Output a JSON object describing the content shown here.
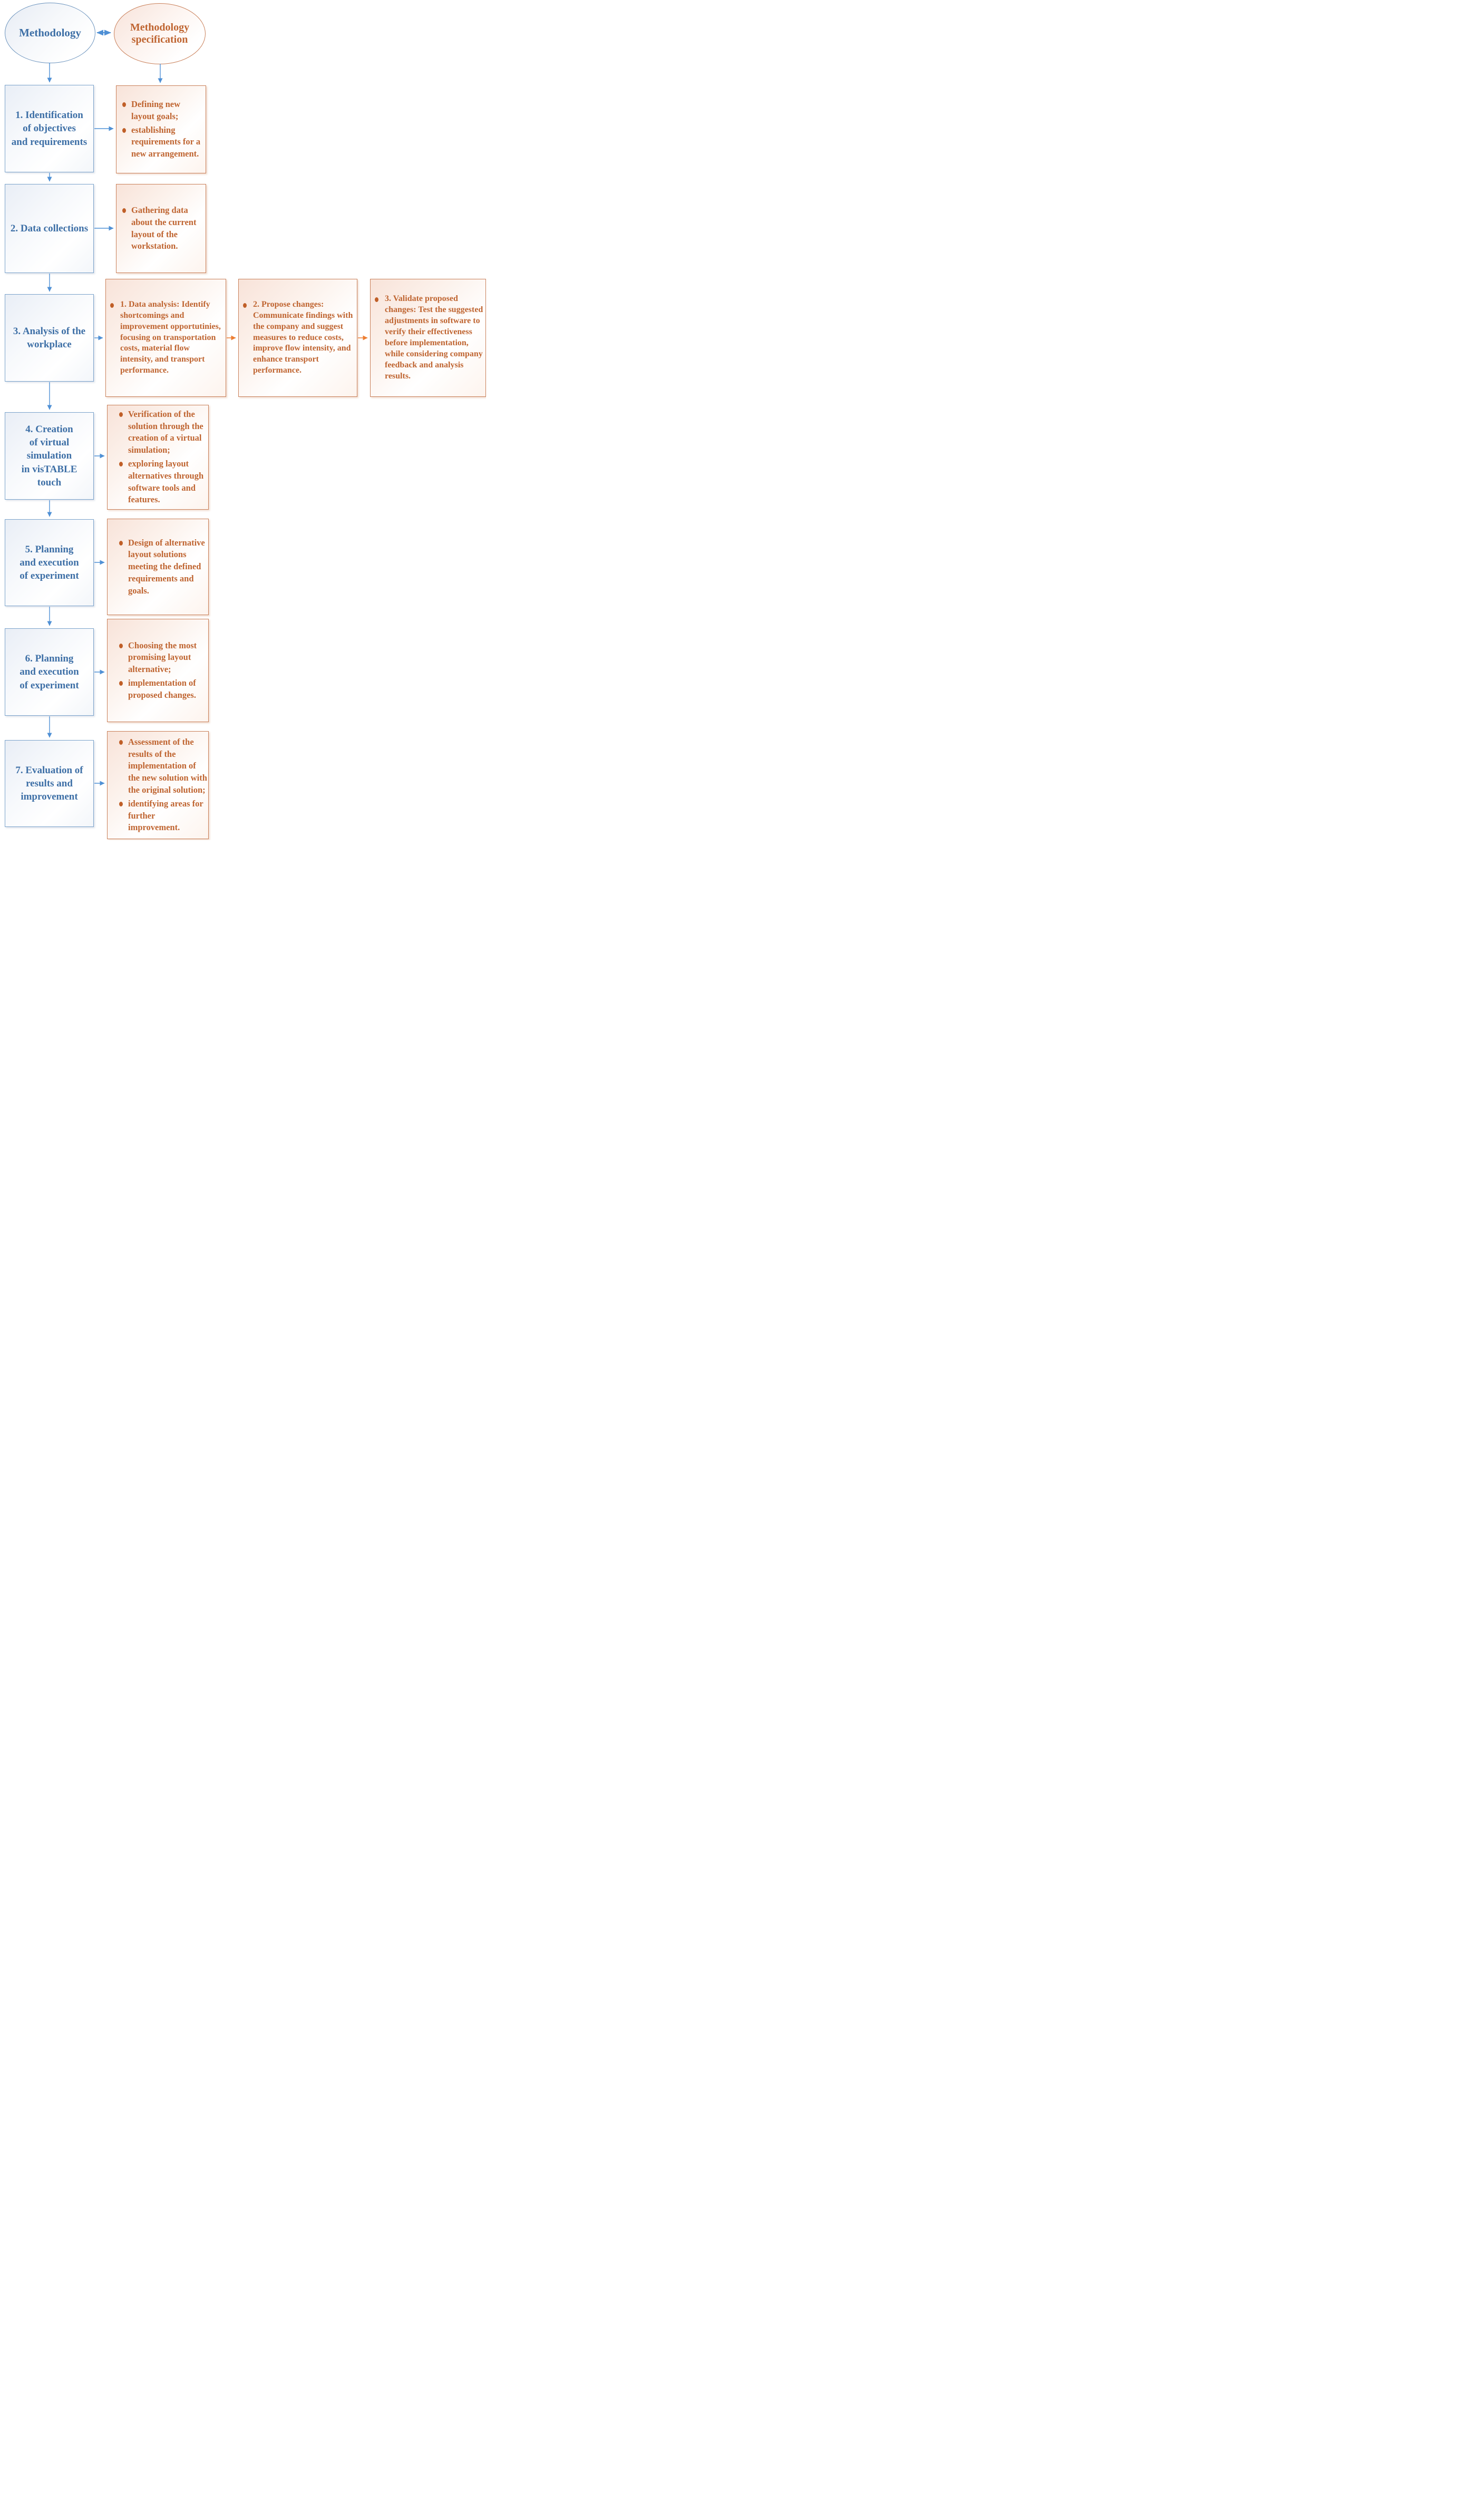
{
  "colors": {
    "blue-text": "#3d6fa6",
    "orange-text": "#bf6430",
    "blue-border": "#7ba3cb",
    "orange-border": "#c9805a",
    "arrow-blue": "#4f90d5",
    "arrow-orange": "#ed7d31"
  },
  "header": {
    "methodology_label": "Methodology",
    "specification_label": "Methodology\nspecification"
  },
  "steps": [
    {
      "label": "1. Identification\nof objectives\nand requirements",
      "bullets": [
        "Defining new layout goals;",
        "establishing requirements for a new arrangement."
      ]
    },
    {
      "label": "2. Data collections",
      "bullets": [
        "Gathering data about the current layout of the workstation."
      ]
    },
    {
      "label": "3. Analysis of the\nworkplace",
      "spec_boxes": [
        "1. Data analysis: Identify shortcomings and improvement opportutinies, focusing on transportation costs, material flow intensity, and transport performance.",
        "2. Propose changes: Communicate findings with the company and suggest measures to reduce costs, improve flow intensity, and enhance transport performance.",
        "3. Validate proposed changes: Test the suggested adjustments in software to verify their effectiveness before implementation, while considering company feedback and analysis results."
      ]
    },
    {
      "label": "4. Creation\nof virtual\nsimulation\nin visTABLE\ntouch",
      "bullets": [
        "Verification of the solution through the creation of a virtual simulation;",
        "exploring layout alternatives through software tools and features."
      ]
    },
    {
      "label": "5. Planning\nand execution\nof experiment",
      "bullets": [
        "Design of alternative layout solutions meeting the defined requirements and goals."
      ]
    },
    {
      "label": "6. Planning\nand execution\nof experiment",
      "bullets": [
        "Choosing the most promising layout alternative;",
        "implementation of proposed changes."
      ]
    },
    {
      "label": "7. Evaluation of\nresults and\nimprovement",
      "bullets": [
        "Assessment of the results of the implementation of the new solution with the original solution;",
        "identifying areas for further improvement."
      ]
    }
  ]
}
